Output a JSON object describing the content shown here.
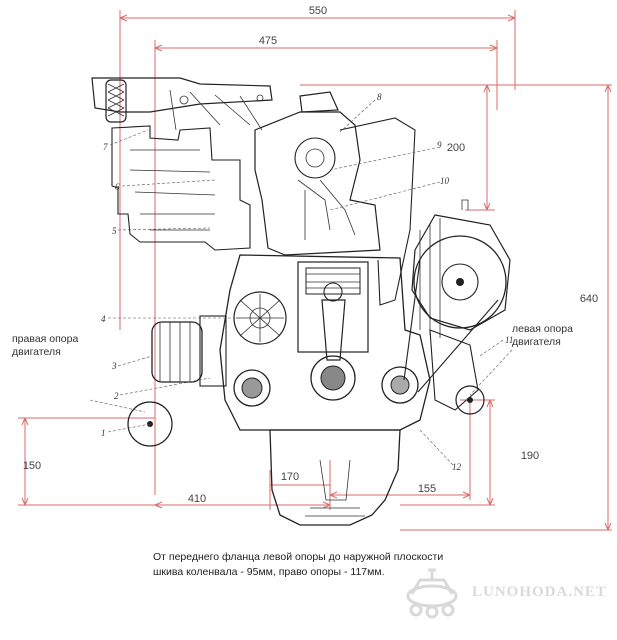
{
  "dimensions": {
    "overall_width": "550",
    "flange_width": "475",
    "top_height": "200",
    "total_height": "640",
    "support_height_right": "150",
    "support_height_left": "190",
    "bottom_width_right": "410",
    "bottom_width_center": "170",
    "bottom_width_left": "155"
  },
  "labels": {
    "right_support_line1": "правая опора",
    "right_support_line2": "двигателя",
    "left_support_line1": "левая опора",
    "left_support_line2": "двигателя"
  },
  "callouts": [
    "1",
    "2",
    "3",
    "4",
    "5",
    "6",
    "7",
    "8",
    "9",
    "10",
    "11",
    "12"
  ],
  "caption": {
    "line1": "От переднего фланца левой опоры до наружной плоскости",
    "line2": "шкива коленвала - 95мм, право опоры - 117мм."
  },
  "watermark": {
    "text": "LUNOHODA.NET",
    "icon": "rover-logo-icon"
  },
  "colors": {
    "dimension_lines": "#d96b6b",
    "ink": "#222222",
    "watermark": "#d9d9d9"
  }
}
